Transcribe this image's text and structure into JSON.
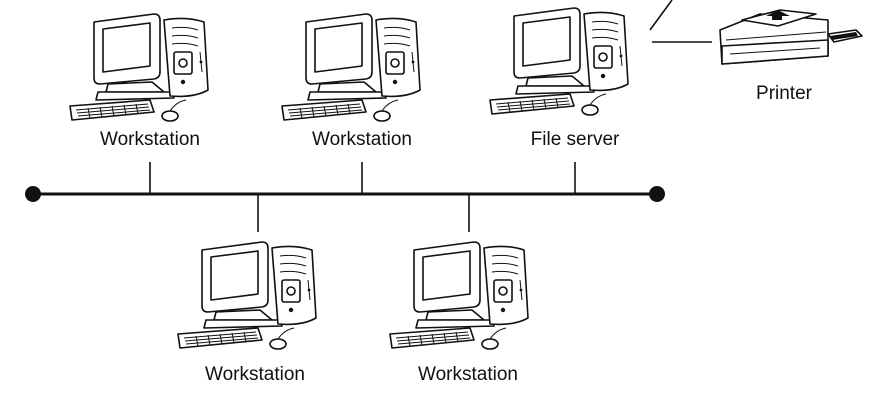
{
  "nodes": {
    "ws1": {
      "label": "Workstation"
    },
    "ws2": {
      "label": "Workstation"
    },
    "server": {
      "label": "File server"
    },
    "printer": {
      "label": "Printer"
    },
    "ws3": {
      "label": "Workstation"
    },
    "ws4": {
      "label": "Workstation"
    }
  },
  "colors": {
    "line": "#111111",
    "background": "#ffffff"
  },
  "icons": {
    "computer": "desktop-computer-icon",
    "printer": "printer-icon"
  }
}
